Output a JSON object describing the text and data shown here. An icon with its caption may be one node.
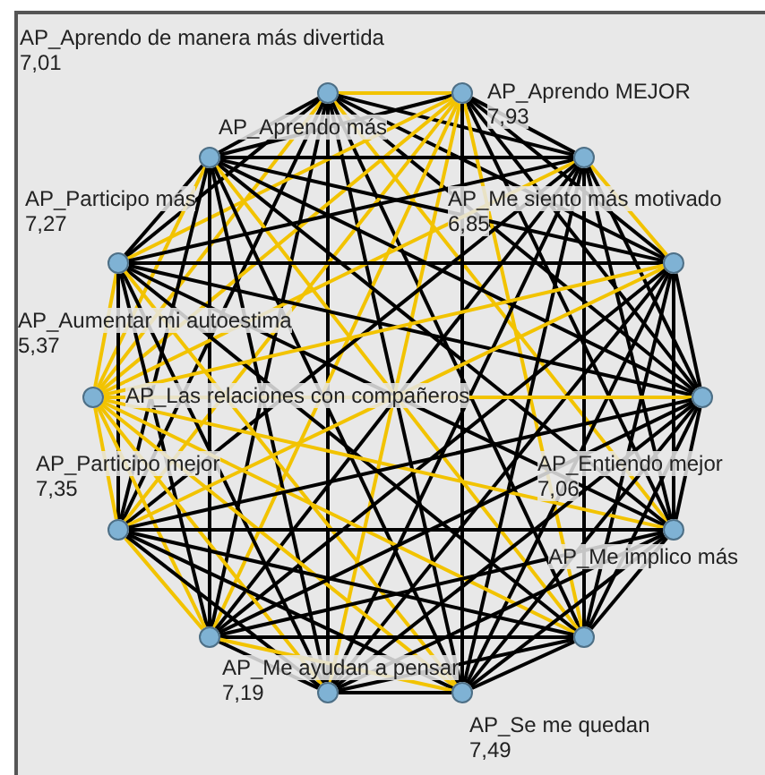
{
  "diagram": {
    "nodes": [
      {
        "text": [],
        "shape": "circle",
        "beside": [
          "AP_Aprendo de manera más divertida",
          "7,01"
        ]
      },
      {
        "text": [],
        "shape": "circle",
        "beside": [
          "AP_Aprendo MEJOR",
          "7,93"
        ]
      },
      {
        "text": [],
        "shape": "circle",
        "beside": [
          "AP_Aprendo más"
        ]
      },
      {
        "text": [],
        "shape": "circle"
      },
      {
        "text": [],
        "shape": "circle",
        "beside": [
          "AP_Participo más",
          "7,27"
        ]
      },
      {
        "text": [],
        "shape": "circle",
        "beside": [
          "AP_Me siento más motivado",
          "6,85"
        ]
      },
      {
        "text": [],
        "shape": "circle",
        "beside": [
          "AP_Aumentar mi autoestima",
          "5,37"
        ]
      },
      {
        "text": [],
        "shape": "circle"
      },
      {
        "text": [],
        "shape": "circle",
        "beside": [
          "AP_Participo mejor",
          "7,35"
        ]
      },
      {
        "text": [],
        "shape": "circle",
        "beside": [
          "AP_Entiendo mejor",
          "7,06"
        ]
      },
      {
        "text": [],
        "shape": "circle",
        "beside": [
          "AP_Me ayudan a pensar",
          "7,19"
        ]
      },
      {
        "text": [],
        "shape": "circle"
      },
      {
        "text": [],
        "shape": "circle"
      },
      {
        "text": [],
        "shape": "circle",
        "beside": [
          "AP_Se me quedan",
          "7,49"
        ]
      }
    ],
    "edges": [
      {
        "from": 0,
        "to": 1,
        "arrow": "none",
        "color": "#f2c300"
      },
      {
        "from": 0,
        "to": 2,
        "arrow": "none"
      },
      {
        "from": 0,
        "to": 3,
        "arrow": "none"
      },
      {
        "from": 0,
        "to": 4,
        "arrow": "none"
      },
      {
        "from": 0,
        "to": 5,
        "arrow": "none"
      },
      {
        "from": 0,
        "to": 6,
        "arrow": "none",
        "color": "#f2c300"
      },
      {
        "from": 0,
        "to": 7,
        "arrow": "none"
      },
      {
        "from": 0,
        "to": 8,
        "arrow": "none"
      },
      {
        "from": 0,
        "to": 9,
        "arrow": "none",
        "color": "#f2c300"
      },
      {
        "from": 0,
        "to": 10,
        "arrow": "none"
      },
      {
        "from": 0,
        "to": 11,
        "arrow": "none"
      },
      {
        "from": 0,
        "to": 12,
        "arrow": "none"
      },
      {
        "from": 0,
        "to": 13,
        "arrow": "none"
      },
      {
        "from": 1,
        "to": 2,
        "arrow": "none"
      },
      {
        "from": 1,
        "to": 3,
        "arrow": "none"
      },
      {
        "from": 1,
        "to": 4,
        "arrow": "none",
        "color": "#f2c300"
      },
      {
        "from": 1,
        "to": 5,
        "arrow": "none"
      },
      {
        "from": 1,
        "to": 6,
        "arrow": "none",
        "color": "#f2c300"
      },
      {
        "from": 1,
        "to": 7,
        "arrow": "none"
      },
      {
        "from": 1,
        "to": 8,
        "arrow": "none",
        "color": "#f2c300"
      },
      {
        "from": 1,
        "to": 9,
        "arrow": "none"
      },
      {
        "from": 1,
        "to": 10,
        "arrow": "none",
        "color": "#f2c300"
      },
      {
        "from": 1,
        "to": 11,
        "arrow": "none",
        "color": "#f2c300"
      },
      {
        "from": 1,
        "to": 12,
        "arrow": "none",
        "color": "#f2c300"
      },
      {
        "from": 1,
        "to": 13,
        "arrow": "none"
      },
      {
        "from": 2,
        "to": 3,
        "arrow": "none"
      },
      {
        "from": 2,
        "to": 4,
        "arrow": "none"
      },
      {
        "from": 2,
        "to": 5,
        "arrow": "none"
      },
      {
        "from": 2,
        "to": 6,
        "arrow": "none",
        "color": "#f2c300"
      },
      {
        "from": 2,
        "to": 7,
        "arrow": "none"
      },
      {
        "from": 2,
        "to": 8,
        "arrow": "none"
      },
      {
        "from": 2,
        "to": 9,
        "arrow": "none"
      },
      {
        "from": 2,
        "to": 10,
        "arrow": "none"
      },
      {
        "from": 2,
        "to": 11,
        "arrow": "none",
        "color": "#f2c300"
      },
      {
        "from": 2,
        "to": 12,
        "arrow": "none"
      },
      {
        "from": 2,
        "to": 13,
        "arrow": "none"
      },
      {
        "from": 3,
        "to": 4,
        "arrow": "none"
      },
      {
        "from": 3,
        "to": 5,
        "arrow": "none",
        "color": "#f2c300"
      },
      {
        "from": 3,
        "to": 6,
        "arrow": "none",
        "color": "#f2c300"
      },
      {
        "from": 3,
        "to": 7,
        "arrow": "none"
      },
      {
        "from": 3,
        "to": 8,
        "arrow": "none"
      },
      {
        "from": 3,
        "to": 9,
        "arrow": "none"
      },
      {
        "from": 3,
        "to": 10,
        "arrow": "none"
      },
      {
        "from": 3,
        "to": 11,
        "arrow": "none"
      },
      {
        "from": 3,
        "to": 12,
        "arrow": "none"
      },
      {
        "from": 3,
        "to": 13,
        "arrow": "none"
      },
      {
        "from": 4,
        "to": 5,
        "arrow": "none"
      },
      {
        "from": 4,
        "to": 6,
        "arrow": "none",
        "color": "#f2c300"
      },
      {
        "from": 4,
        "to": 7,
        "arrow": "none"
      },
      {
        "from": 4,
        "to": 8,
        "arrow": "none"
      },
      {
        "from": 4,
        "to": 9,
        "arrow": "none"
      },
      {
        "from": 4,
        "to": 10,
        "arrow": "none"
      },
      {
        "from": 4,
        "to": 11,
        "arrow": "none"
      },
      {
        "from": 4,
        "to": 12,
        "arrow": "none"
      },
      {
        "from": 4,
        "to": 13,
        "arrow": "none",
        "color": "#f2c300"
      },
      {
        "from": 5,
        "to": 6,
        "arrow": "none",
        "color": "#f2c300"
      },
      {
        "from": 5,
        "to": 7,
        "arrow": "none"
      },
      {
        "from": 5,
        "to": 8,
        "arrow": "none",
        "color": "#f2c300"
      },
      {
        "from": 5,
        "to": 9,
        "arrow": "none"
      },
      {
        "from": 5,
        "to": 10,
        "arrow": "none"
      },
      {
        "from": 5,
        "to": 11,
        "arrow": "none"
      },
      {
        "from": 5,
        "to": 12,
        "arrow": "none"
      },
      {
        "from": 5,
        "to": 13,
        "arrow": "none"
      },
      {
        "from": 6,
        "to": 7,
        "arrow": "none",
        "color": "#f2c300"
      },
      {
        "from": 6,
        "to": 8,
        "arrow": "none",
        "color": "#f2c300"
      },
      {
        "from": 6,
        "to": 9,
        "arrow": "none",
        "color": "#f2c300"
      },
      {
        "from": 6,
        "to": 10,
        "arrow": "none",
        "color": "#f2c300"
      },
      {
        "from": 6,
        "to": 11,
        "arrow": "none",
        "color": "#f2c300"
      },
      {
        "from": 6,
        "to": 12,
        "arrow": "none",
        "color": "#f2c300"
      },
      {
        "from": 6,
        "to": 13,
        "arrow": "none",
        "color": "#f2c300"
      },
      {
        "from": 7,
        "to": 8,
        "arrow": "none"
      },
      {
        "from": 7,
        "to": 9,
        "arrow": "none"
      },
      {
        "from": 7,
        "to": 10,
        "arrow": "none"
      },
      {
        "from": 7,
        "to": 11,
        "arrow": "none"
      },
      {
        "from": 7,
        "to": 12,
        "arrow": "none"
      },
      {
        "from": 7,
        "to": 13,
        "arrow": "none"
      },
      {
        "from": 8,
        "to": 9,
        "arrow": "none"
      },
      {
        "from": 8,
        "to": 10,
        "arrow": "none",
        "color": "#f2c300"
      },
      {
        "from": 8,
        "to": 11,
        "arrow": "none"
      },
      {
        "from": 8,
        "to": 12,
        "arrow": "none"
      },
      {
        "from": 8,
        "to": 13,
        "arrow": "none"
      },
      {
        "from": 9,
        "to": 10,
        "arrow": "none"
      },
      {
        "from": 9,
        "to": 11,
        "arrow": "none"
      },
      {
        "from": 9,
        "to": 12,
        "arrow": "none"
      },
      {
        "from": 9,
        "to": 13,
        "arrow": "none"
      },
      {
        "from": 10,
        "to": 11,
        "arrow": "none"
      },
      {
        "from": 10,
        "to": 12,
        "arrow": "none"
      },
      {
        "from": 10,
        "to": 13,
        "arrow": "none",
        "color": "#f2c300"
      },
      {
        "from": 11,
        "to": 12,
        "arrow": "none"
      },
      {
        "from": 11,
        "to": 13,
        "arrow": "none"
      },
      {
        "from": 12,
        "to": 13,
        "arrow": "none"
      }
    ],
    "labels": [
      "AP_Las relaciones con compañeros",
      "AP_Me implico más"
    ]
  }
}
